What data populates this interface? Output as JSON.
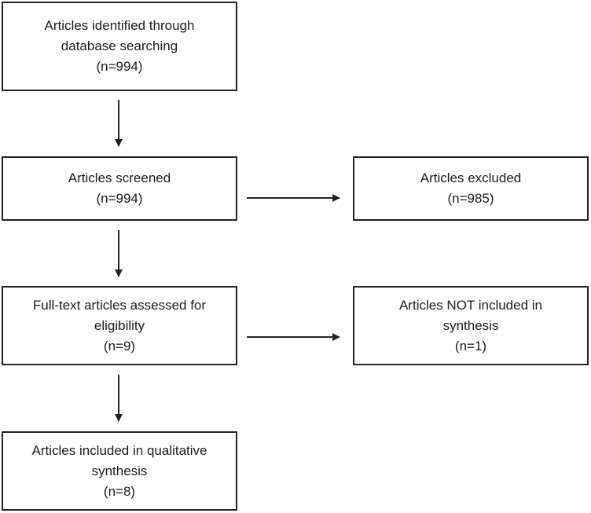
{
  "flow": {
    "identified": {
      "line1": "Articles identified through",
      "line2": "database searching",
      "count": "(n=994)"
    },
    "screened": {
      "line1": "Articles screened",
      "count": "(n=994)"
    },
    "excluded": {
      "line1": "Articles excluded",
      "count": "(n=985)"
    },
    "assessed": {
      "line1": "Full-text articles assessed for",
      "line2": "eligibility",
      "count": "(n=9)"
    },
    "not_included": {
      "line1": "Articles NOT included in",
      "line2": "synthesis",
      "count": "(n=1)"
    },
    "included": {
      "line1": "Articles included in qualitative",
      "line2": "synthesis",
      "count": "(n=8)"
    }
  },
  "colors": {
    "border": "#222222",
    "text": "#1a1a1a",
    "background": "#ffffff"
  }
}
